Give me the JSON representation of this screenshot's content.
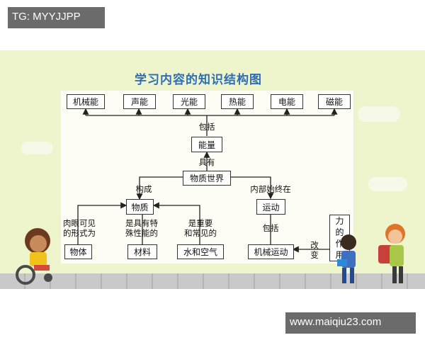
{
  "watermark_top": "TG: MYYJJPP",
  "watermark_bottom": "www.maiqiu23.com",
  "title": "学习内容的知识结构图",
  "energy_types": [
    "机械能",
    "声能",
    "光能",
    "热能",
    "电能",
    "磁能"
  ],
  "nodes": {
    "energy": "能量",
    "world": "物质世界",
    "matter": "物质",
    "motion": "运动",
    "objects": "物体",
    "materials": "材料",
    "water_air": "水和空气",
    "mech_motion": "机械运动",
    "force": [
      "力",
      "的",
      "作",
      "用"
    ]
  },
  "labels": {
    "includes_top": "包括",
    "has": "具有",
    "composes": "构成",
    "internal": "内部始终在",
    "visible": "肉眼可见\n的形式为",
    "special": "是具有特\n殊性能的",
    "important": "是重要\n和常见的",
    "includes_bottom": "包括",
    "change": "改\n变"
  },
  "colors": {
    "title": "#2f6eb5",
    "scene_bg": "#eef4cc",
    "tag_bg": "#6b6b6b"
  }
}
